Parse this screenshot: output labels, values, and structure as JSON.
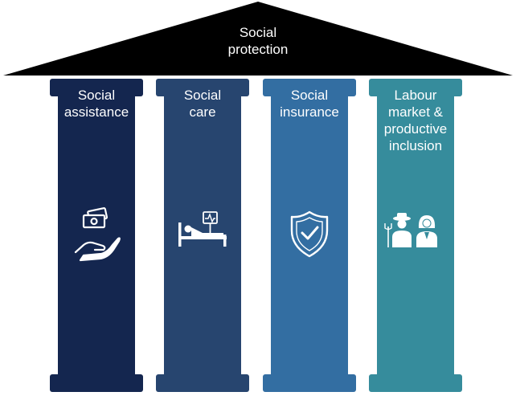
{
  "roof": {
    "label_line1": "Social",
    "label_line2": "protection",
    "color": "#000000"
  },
  "pillars": [
    {
      "label_lines": [
        "Social",
        "assistance"
      ],
      "icon": "cash-hand-icon",
      "color": "#14264f"
    },
    {
      "label_lines": [
        "Social",
        "care"
      ],
      "icon": "hospital-bed-icon",
      "color": "#27456f"
    },
    {
      "label_lines": [
        "Social",
        "insurance"
      ],
      "icon": "shield-check-icon",
      "color": "#336ea2"
    },
    {
      "label_lines": [
        "Labour",
        "market &",
        "productive",
        "inclusion"
      ],
      "icon": "workers-icon",
      "color": "#368c9c"
    }
  ]
}
